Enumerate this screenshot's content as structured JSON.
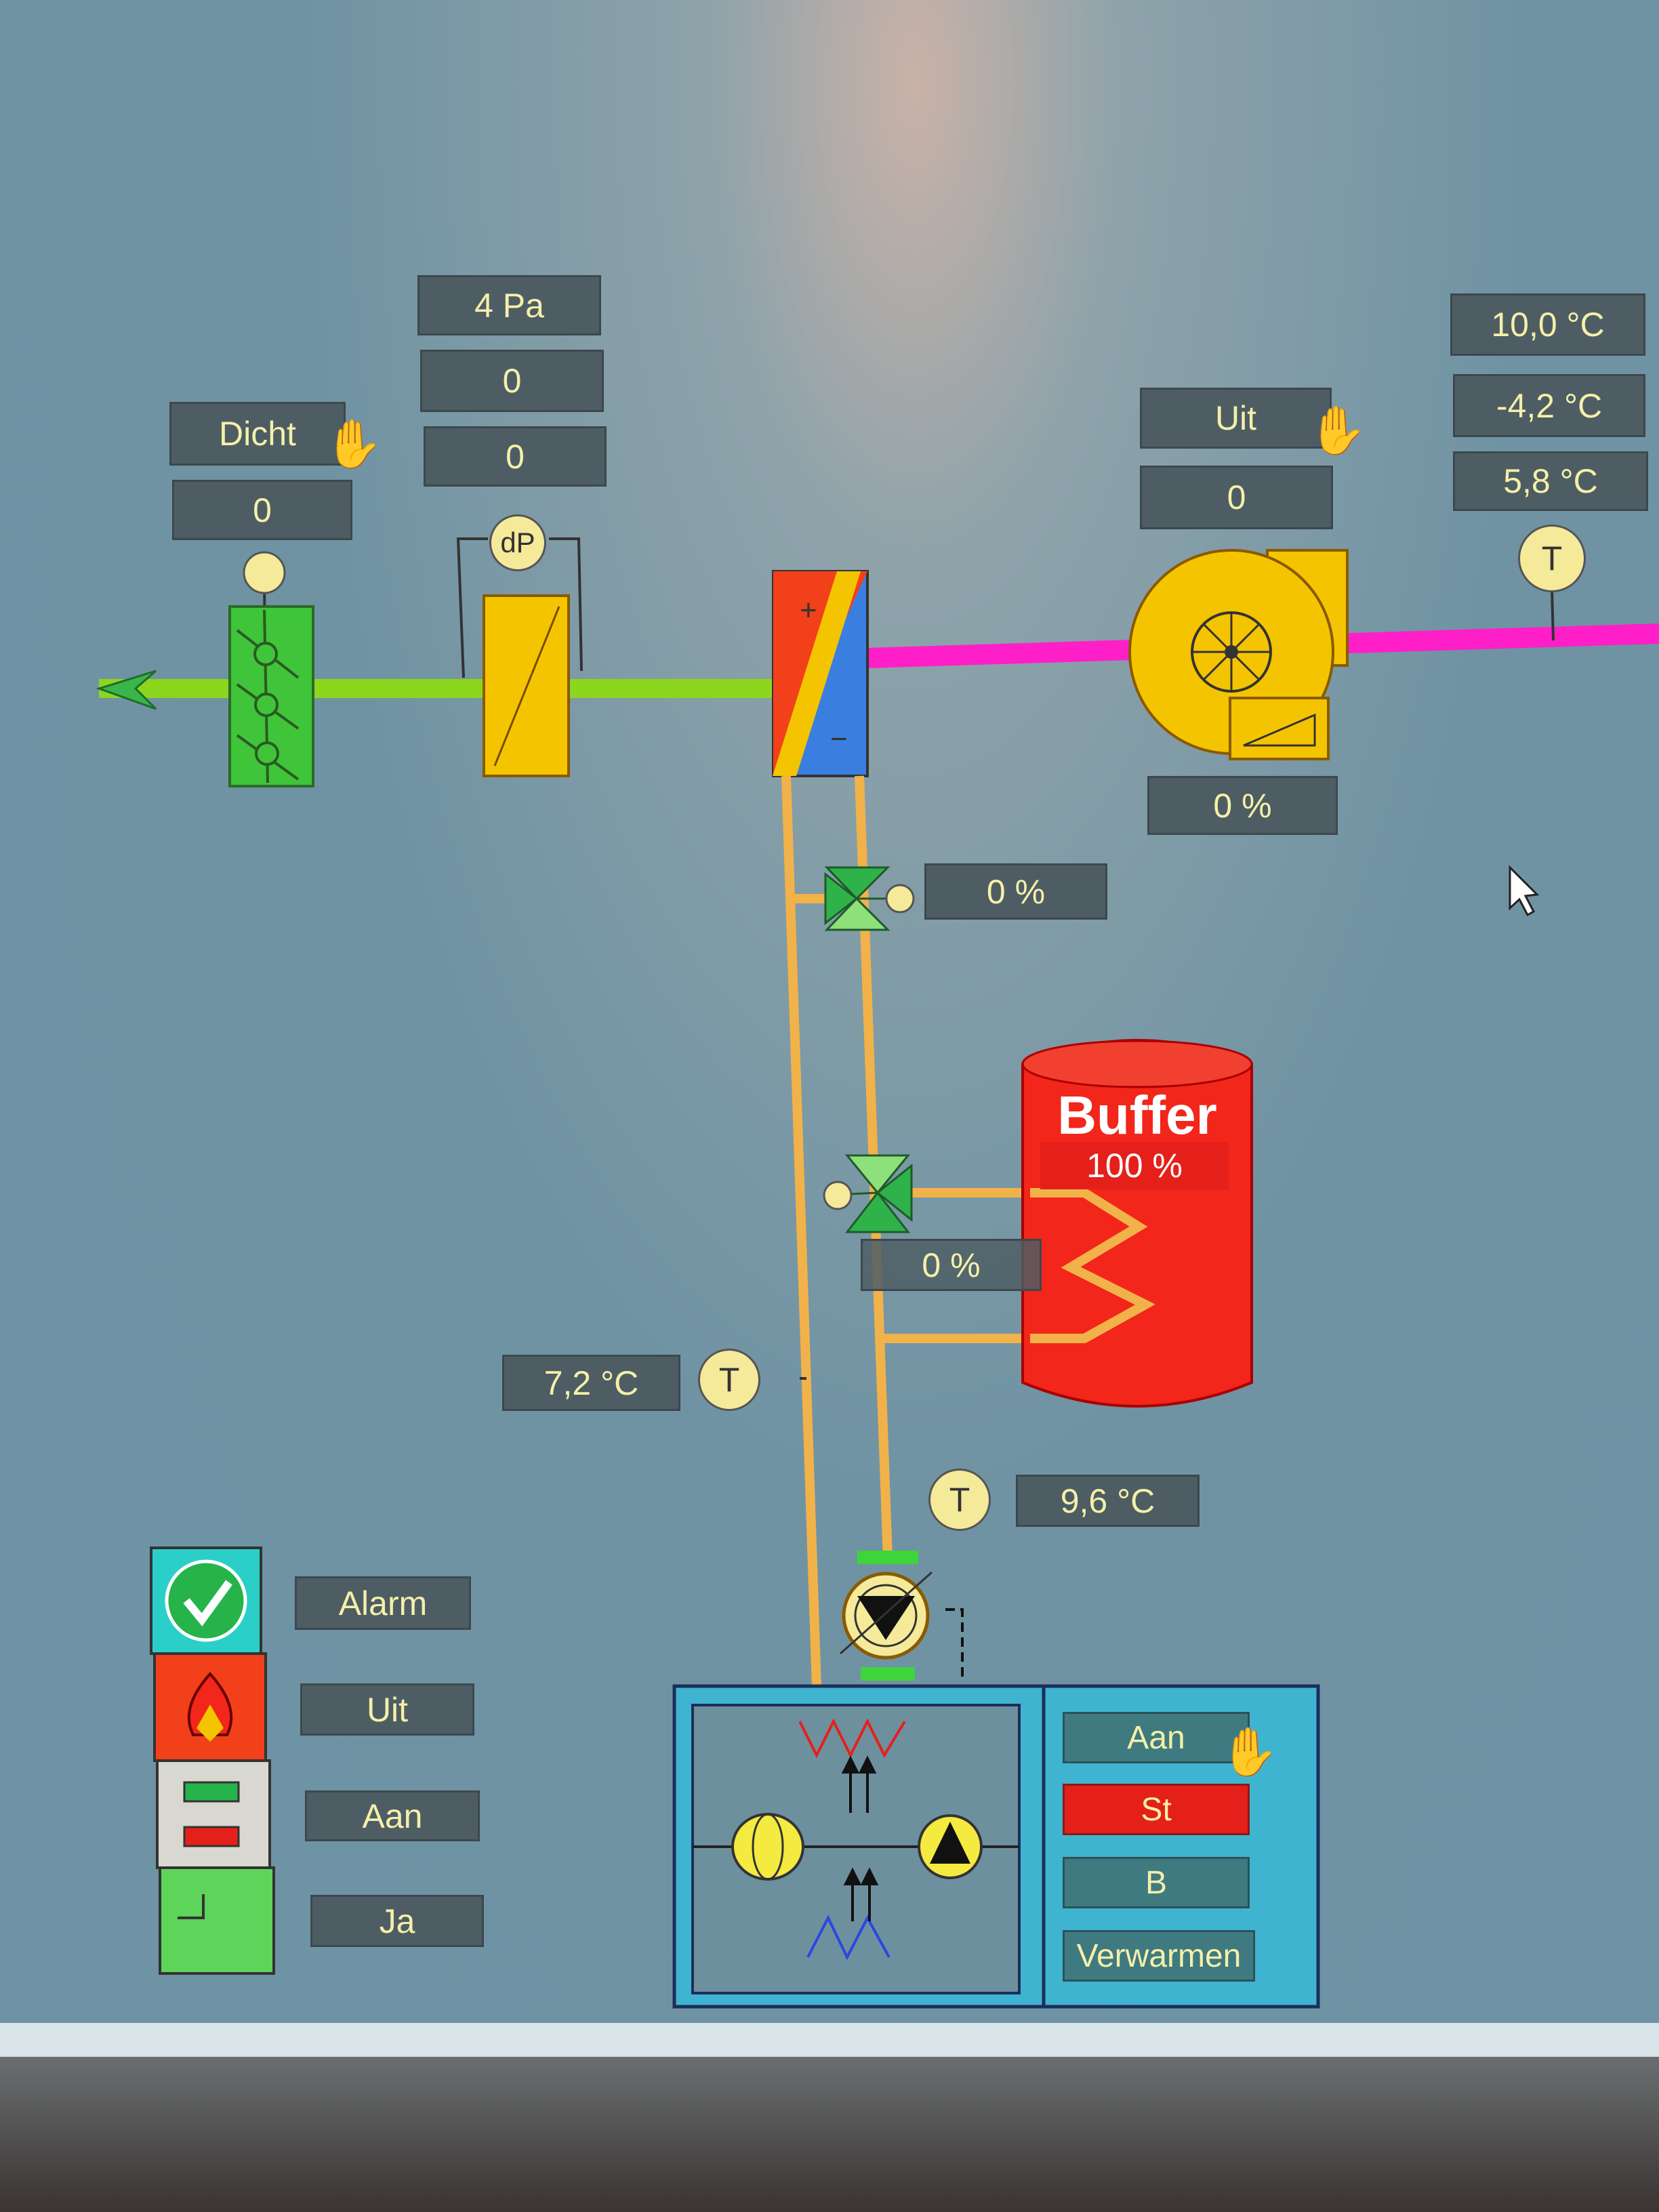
{
  "damper": {
    "state": "Dicht",
    "value": "0"
  },
  "filter": {
    "pressure": "4 Pa",
    "value1": "0",
    "value2": "0",
    "sensor_label": "dP"
  },
  "fan": {
    "state": "Uit",
    "value": "0",
    "output": "0 %"
  },
  "supply_temps": {
    "t1": "10,0 °C",
    "t2": "-4,2 °C",
    "t3": "5,8 °C"
  },
  "sensor_label": "T",
  "valve1": {
    "position": "0 %"
  },
  "buffer": {
    "title": "Buffer",
    "level": "100 %"
  },
  "valve2": {
    "position": "0 %"
  },
  "return_temp": "7,2 °C",
  "flow_temp": "9,6 °C",
  "status": {
    "alarm": "Alarm",
    "burner": "Uit",
    "switch": "Aan",
    "contact": "Ja"
  },
  "heatpump": {
    "state": "Aan",
    "fault": "St",
    "mode_b": "B",
    "mode": "Verwarmen"
  },
  "colors": {
    "supply_air": "#ff1fc8",
    "outside_air": "#8cd61e",
    "pipe": "#f2b24a",
    "buffer": "#f2261a"
  }
}
